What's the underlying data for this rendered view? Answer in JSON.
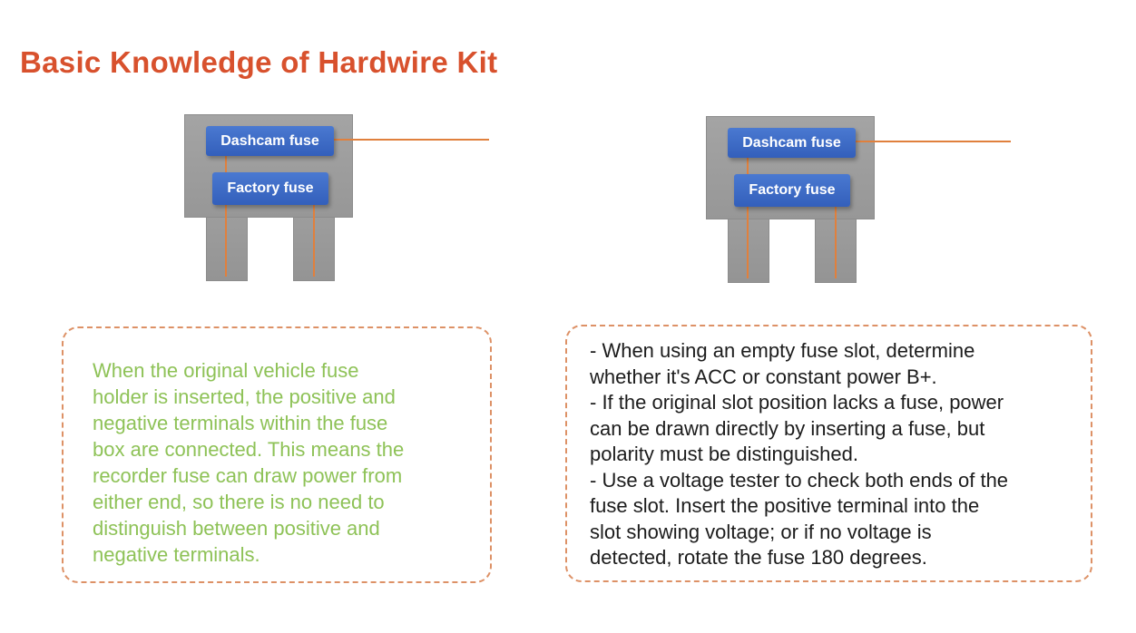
{
  "page": {
    "title": "Basic Knowledge of Hardwire Kit"
  },
  "colors": {
    "title_orange": "#d8512d",
    "wire_orange": "#e0803d",
    "button_blue": "#3a6bc6",
    "fuse_gray": "#9c9c9c",
    "note_border_orange": "#dd9166",
    "note_green_text": "#8ec257",
    "note_dark_text": "#1c1c1c"
  },
  "diagrams": [
    {
      "id": "left-fuse-diagram",
      "dashcam_label": "Dashcam fuse",
      "factory_label": "Factory fuse"
    },
    {
      "id": "right-fuse-diagram",
      "dashcam_label": "Dashcam fuse",
      "factory_label": "Factory fuse"
    }
  ],
  "notes": {
    "left": {
      "full_text": "When the original vehicle fuse holder is inserted, the positive and negative terminals within the fuse box are connected. This means the recorder fuse can draw power from either end, so there is no need to distinguish between positive and negative terminals.",
      "lines": [
        "When the original vehicle fuse",
        "holder is inserted, the positive and",
        "negative terminals within the fuse",
        "box are connected. This means the",
        "recorder fuse can draw power from",
        "either end, so there is no need to",
        "distinguish between positive and",
        "negative terminals."
      ]
    },
    "right": {
      "full_text": "- When using an empty fuse slot, determine whether it's ACC or constant power B+. - If the original slot position lacks a fuse, power can be drawn directly by inserting a fuse, but polarity must be distinguished. - Use a voltage tester to check both ends of the fuse slot. Insert the positive terminal into the slot showing voltage; or if no voltage is detected, rotate the fuse 180 degrees.",
      "lines": [
        "- When using an empty fuse slot, determine",
        "whether it's ACC or constant power B+.",
        "- If the original slot position lacks a fuse, power",
        "can be drawn directly by inserting a fuse, but",
        "polarity must be distinguished.",
        "- Use a voltage tester to check both ends of the",
        "fuse slot. Insert the positive terminal into the",
        "slot showing voltage; or if no voltage is",
        "detected, rotate the fuse 180 degrees."
      ]
    }
  }
}
